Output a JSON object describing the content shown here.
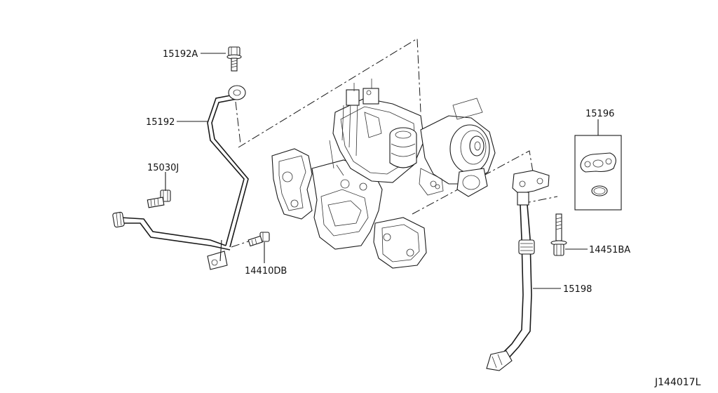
{
  "diagram_code": "J144017L",
  "parts": [
    {
      "id": "p15192A",
      "label": "15192A"
    },
    {
      "id": "p15192",
      "label": "15192"
    },
    {
      "id": "p15030J",
      "label": "15030J"
    },
    {
      "id": "p14410DB",
      "label": "14410DB"
    },
    {
      "id": "p15196",
      "label": "15196"
    },
    {
      "id": "p14451BA",
      "label": "14451BA"
    },
    {
      "id": "p15198",
      "label": "15198"
    }
  ],
  "colors": {
    "ink": "#1a1a1a",
    "background": "#ffffff"
  }
}
